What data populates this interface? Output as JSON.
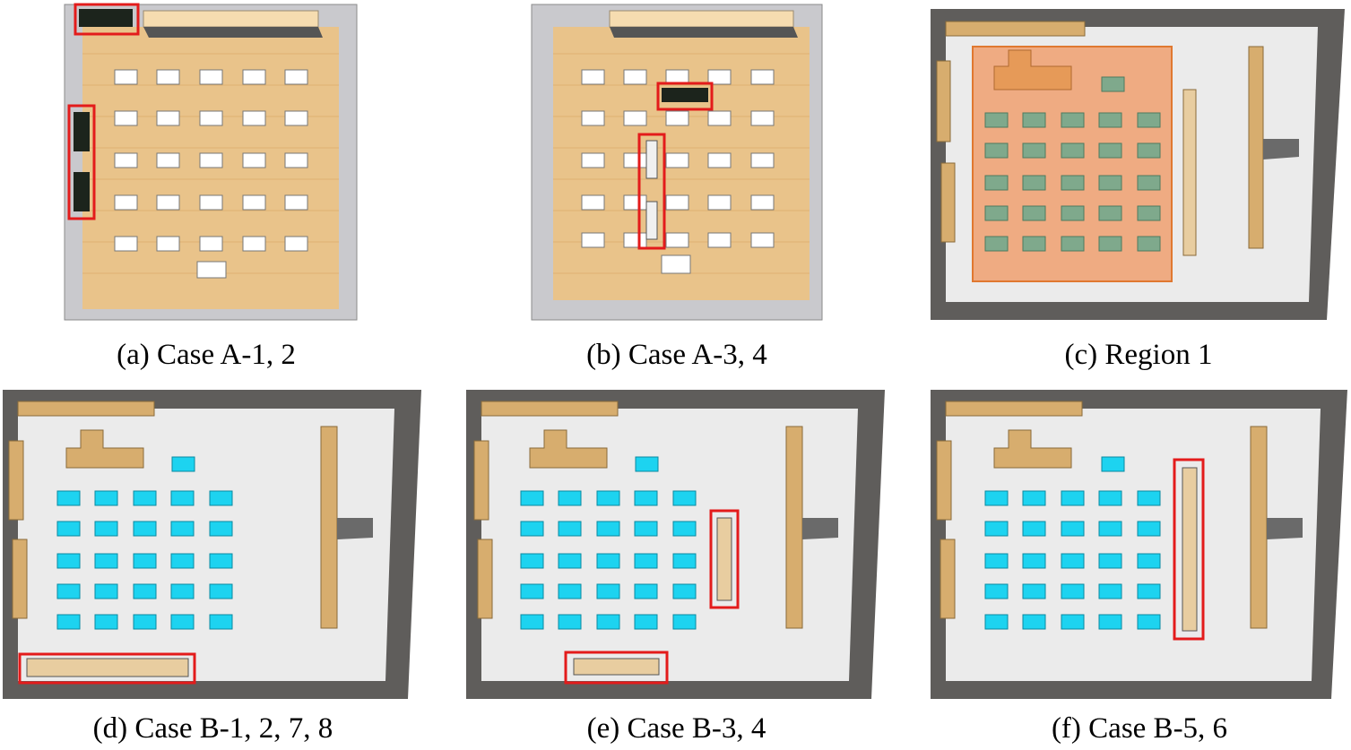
{
  "panels": {
    "a": {
      "caption": "(a) Case A-1, 2"
    },
    "b": {
      "caption": "(b) Case A-3, 4"
    },
    "c": {
      "caption": "(c) Region 1"
    },
    "d": {
      "caption": "(d) Case B-1, 2, 7, 8"
    },
    "e": {
      "caption": "(e) Case B-3, 4"
    },
    "f": {
      "caption": "(f) Case B-5, 6"
    }
  },
  "colors": {
    "wood_floor": "#e9c38a",
    "room_wall_light": "#c8c8cc",
    "room_wall_dark": "#5f5d5b",
    "concrete_floor": "#e9e9e9",
    "desk_white": "#ffffff",
    "desk_cyan": "#1dd3f0",
    "desk_sage": "#7fa98c",
    "cabinet_wood": "#d7ad6e",
    "region_fill": "#f0a070",
    "highlight_box": "#e31b1b",
    "device_dark": "#1c241c"
  }
}
